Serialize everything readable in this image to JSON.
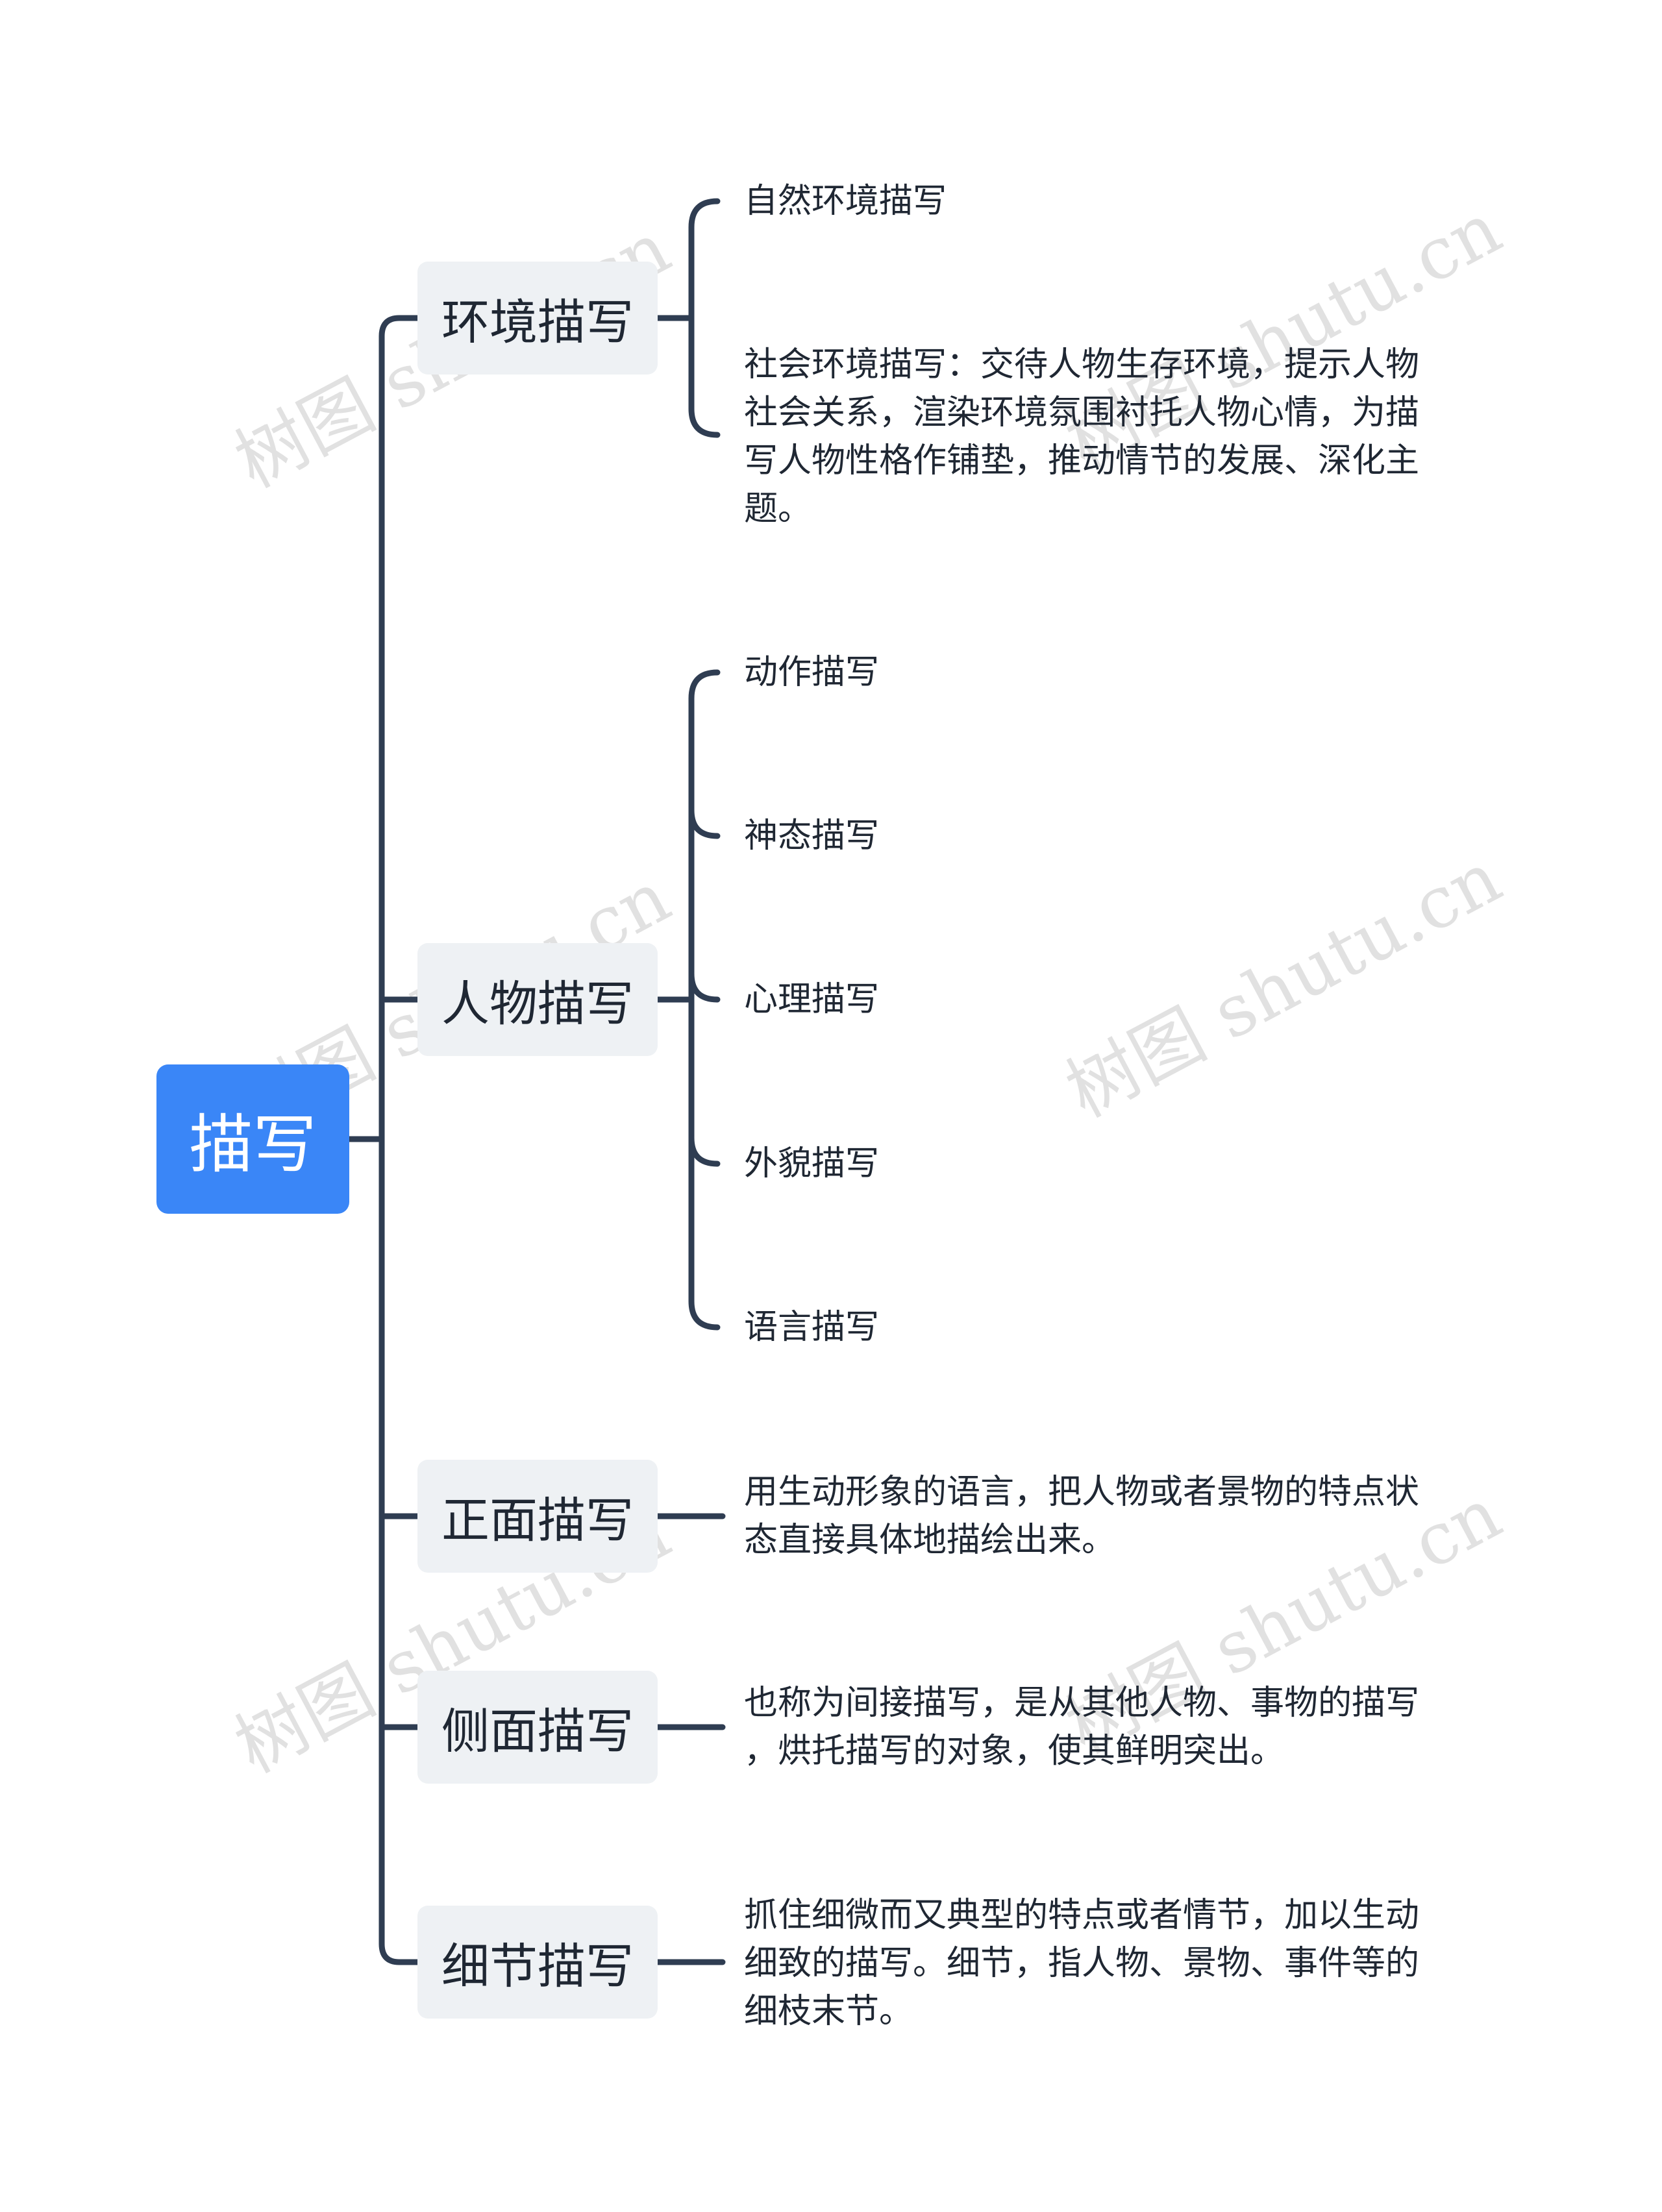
{
  "root": {
    "label": "描写",
    "color": "#3a86f7"
  },
  "branches": [
    {
      "label": "环境描写",
      "leaves": [
        "自然环境描写",
        [
          "社会环境描写：交待人物生存环境，提示人物",
          "社会关系，渲染环境氛围衬托人物心情，为描",
          "写人物性格作铺垫，推动情节的发展、深化主",
          "题。"
        ]
      ]
    },
    {
      "label": "人物描写",
      "leaves": [
        "动作描写",
        "神态描写",
        "心理描写",
        "外貌描写",
        "语言描写"
      ]
    },
    {
      "label": "正面描写",
      "leaves": [
        [
          "用生动形象的语言，把人物或者景物的特点状",
          "态直接具体地描绘出来。"
        ]
      ]
    },
    {
      "label": "侧面描写",
      "leaves": [
        [
          "也称为间接描写，是从其他人物、事物的描写",
          "，烘托描写的对象，使其鲜明突出。"
        ]
      ]
    },
    {
      "label": "细节描写",
      "leaves": [
        [
          "抓住细微而又典型的特点或者情节，加以生动",
          "细致的描写。细节，指人物、景物、事件等的",
          "细枝末节。"
        ]
      ]
    }
  ],
  "watermark": "树图 shutu.cn",
  "colors": {
    "connector": "#2f3d52",
    "branch_bg": "#eef1f4",
    "text": "#1f2733"
  }
}
